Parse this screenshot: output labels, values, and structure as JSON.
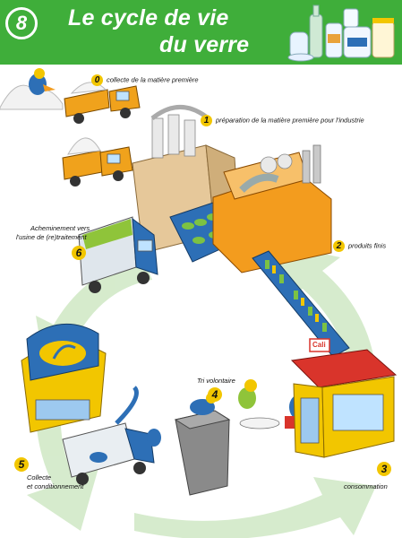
{
  "header": {
    "badge": "8",
    "title_line1": "Le cycle de vie",
    "title_line2": "du verre",
    "color": "#3fae3a"
  },
  "steps": [
    {
      "number": "0",
      "label": "collecte de la matière première"
    },
    {
      "number": "1",
      "label": "préparation de la matière première pour l'industrie"
    },
    {
      "number": "2",
      "label": "produits finis"
    },
    {
      "number": "3",
      "label": "consommation"
    },
    {
      "number": "4",
      "label": "Tri volontaire"
    },
    {
      "number": "5",
      "label_line1": "Collecte",
      "label_line2": "et conditionnement"
    },
    {
      "number": "6",
      "label_line1": "Acheminement vers",
      "label_line2": "l'usine de (re)traitement"
    }
  ],
  "shop_sign": "Cali",
  "colors": {
    "arrow": "#cfe8c4",
    "truck_orange": "#f0a21c",
    "truck_green": "#8fc43a",
    "factory": "#e6c89a",
    "factory_orange": "#f39c1e",
    "shop_red": "#d9342b",
    "blue": "#2d6fb6",
    "badge_yellow": "#f2c600"
  }
}
